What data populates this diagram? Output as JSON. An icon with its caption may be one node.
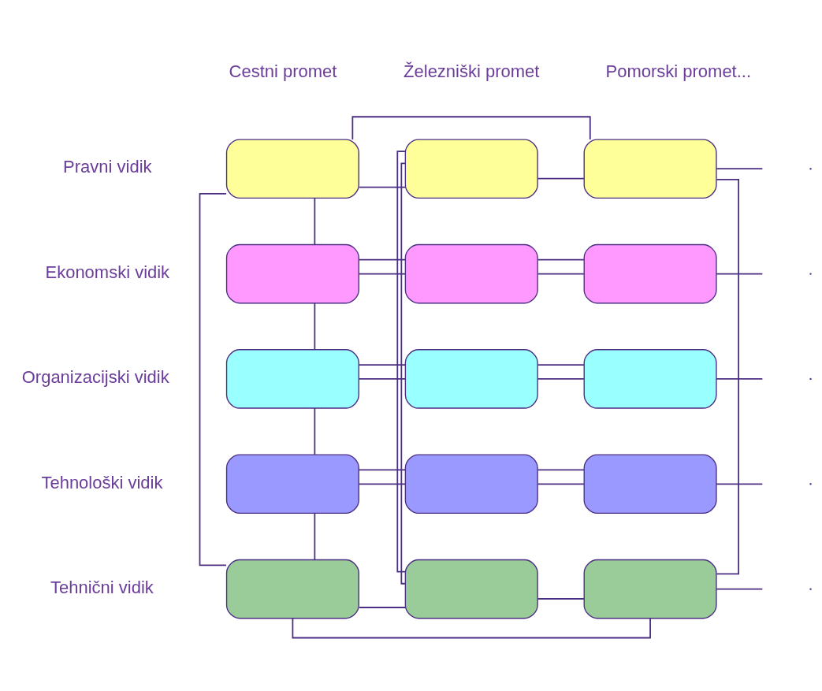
{
  "diagram": {
    "nodes": [
      {
        "text": [],
        "shape": "pill"
      },
      {
        "text": [],
        "shape": "pill"
      },
      {
        "text": [],
        "shape": "pill"
      },
      {
        "text": [],
        "shape": "pill"
      },
      {
        "text": [],
        "shape": "pill"
      },
      {
        "text": [],
        "shape": "pill"
      },
      {
        "text": [],
        "shape": "pill"
      },
      {
        "text": [],
        "shape": "pill"
      },
      {
        "text": [],
        "shape": "pill"
      },
      {
        "text": [],
        "shape": "pill"
      },
      {
        "text": [],
        "shape": "pill"
      },
      {
        "text": [],
        "shape": "pill"
      },
      {
        "text": [],
        "shape": "pill"
      },
      {
        "text": [],
        "shape": "pill"
      },
      {
        "text": [],
        "shape": "pill"
      }
    ],
    "edges": [
      {
        "from": 0,
        "to": 2,
        "arrow": "none"
      },
      {
        "from": 0,
        "to": 1,
        "arrow": "none"
      },
      {
        "from": 1,
        "to": 2,
        "arrow": "none"
      },
      {
        "from": 3,
        "to": 4,
        "arrow": "none"
      },
      {
        "from": 4,
        "to": 5,
        "arrow": "none"
      },
      {
        "from": 3,
        "to": 4,
        "arrow": "none"
      },
      {
        "from": 4,
        "to": 5,
        "arrow": "none"
      },
      {
        "from": 6,
        "to": 7,
        "arrow": "none"
      },
      {
        "from": 7,
        "to": 8,
        "arrow": "none"
      },
      {
        "from": 6,
        "to": 7,
        "arrow": "none"
      },
      {
        "from": 7,
        "to": 8,
        "arrow": "none"
      },
      {
        "from": 9,
        "to": 10,
        "arrow": "none"
      },
      {
        "from": 10,
        "to": 11,
        "arrow": "none"
      },
      {
        "from": 9,
        "to": 10,
        "arrow": "none"
      },
      {
        "from": 10,
        "to": 11,
        "arrow": "none"
      },
      {
        "from": 12,
        "to": 13,
        "arrow": "none"
      },
      {
        "from": 13,
        "to": 14,
        "arrow": "none"
      },
      {
        "from": 12,
        "to": 14,
        "arrow": "none"
      },
      {
        "from": 0,
        "to": 3,
        "arrow": "none"
      },
      {
        "from": 3,
        "to": 6,
        "arrow": "none"
      },
      {
        "from": 6,
        "to": 9,
        "arrow": "none"
      },
      {
        "from": 9,
        "to": 12,
        "arrow": "none"
      },
      {
        "from": 0,
        "to": 12,
        "arrow": "none"
      },
      {
        "from": 1,
        "to": 13,
        "arrow": "none"
      },
      {
        "from": 1,
        "to": 13,
        "arrow": "none"
      },
      {
        "from": 2,
        "to": 14,
        "arrow": "none"
      },
      {
        "from": 2,
        "to": null,
        "arrow": "none"
      },
      {
        "from": 5,
        "to": null,
        "arrow": "none"
      },
      {
        "from": 8,
        "to": null,
        "arrow": "none"
      },
      {
        "from": 11,
        "to": null,
        "arrow": "none"
      },
      {
        "from": 14,
        "to": null,
        "arrow": "none"
      }
    ],
    "labels": [
      "Cestni promet",
      "Železniški promet",
      "Pomorski promet...",
      "Pravni vidik",
      "Ekonomski vidik",
      "Organizacijski vidik",
      "Tehnološki vidik",
      "Tehnični vidik"
    ]
  }
}
